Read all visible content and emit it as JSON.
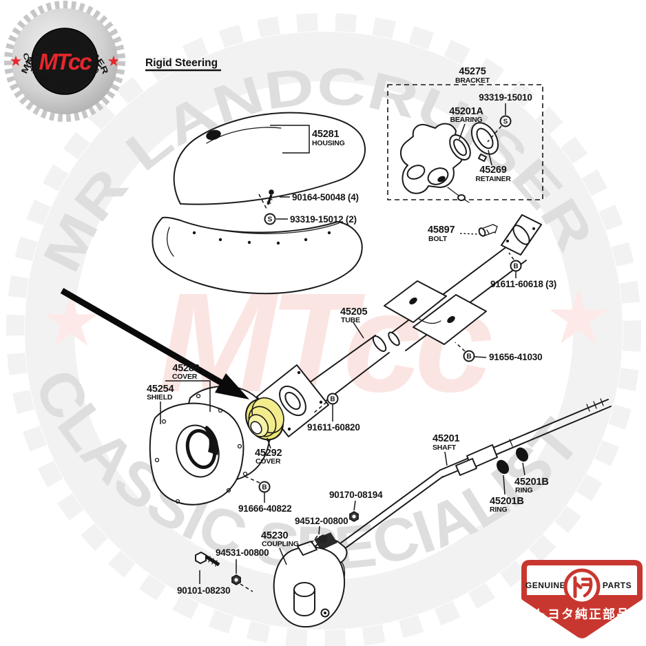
{
  "title": {
    "text": "Rigid Steering"
  },
  "logo_badge": {
    "arc_top": "MR LANDCRUISER",
    "arc_bottom": "CLASSIC SPECIALIST",
    "monogram": "MTcc"
  },
  "watermark": {
    "arc_top": "MR LANDCRUISER",
    "arc_bottom": "CLASSIC SPECIALIST",
    "monogram": "MTcc"
  },
  "genuine_badge": {
    "left": "GENUINE",
    "right": "PARTS",
    "bottom": "トヨタ純正部品"
  },
  "symbols": {
    "bolt": "B",
    "screw": "S"
  },
  "parts": {
    "bracket": {
      "number": "45275",
      "name": "BRACKET"
    },
    "bracket_screw": {
      "number": "93319-15010"
    },
    "bearing": {
      "number": "45201A",
      "name": "BEARING"
    },
    "retainer": {
      "number": "45269",
      "name": "RETAINER"
    },
    "housing": {
      "number": "45281",
      "name": "HOUSING"
    },
    "housing_screw": {
      "number": "90164-50048 (4)"
    },
    "housing_screw2": {
      "number": "93319-15012 (2)"
    },
    "bolt": {
      "number": "45897",
      "name": "BOLT"
    },
    "bracket_bolt": {
      "number": "91611-60618 (3)"
    },
    "tube": {
      "number": "45205",
      "name": "TUBE"
    },
    "tube_bolt": {
      "number": "91656-41030"
    },
    "cover_upper": {
      "number": "45286",
      "name": "COVER"
    },
    "shield": {
      "number": "45254",
      "name": "SHIELD"
    },
    "flange_bolt": {
      "number": "91611-60820"
    },
    "cover_lower": {
      "number": "45292",
      "name": "COVER"
    },
    "shaft": {
      "number": "45201",
      "name": "SHAFT"
    },
    "ring_upper": {
      "number": "45201B",
      "name": "RING"
    },
    "ring_lower": {
      "number": "45201B",
      "name": "RING"
    },
    "shield_bolt": {
      "number": "91666-40822"
    },
    "shaft_nut": {
      "number": "90170-08194"
    },
    "coupling_nut": {
      "number": "94512-00800"
    },
    "coupling": {
      "number": "45230",
      "name": "COUPLING"
    },
    "yoke_nut": {
      "number": "94531-00800"
    },
    "yoke_bolt": {
      "number": "90101-08230"
    }
  },
  "colors": {
    "line": "#1a1a1a",
    "highlight_yellow": "#ece772",
    "logo_red": "#e7262c",
    "toyota_red": "#c8372f",
    "badge_silver": "#d4d4d4",
    "watermark_gray": "#dedede",
    "watermark_pink": "#fbe5e2"
  }
}
